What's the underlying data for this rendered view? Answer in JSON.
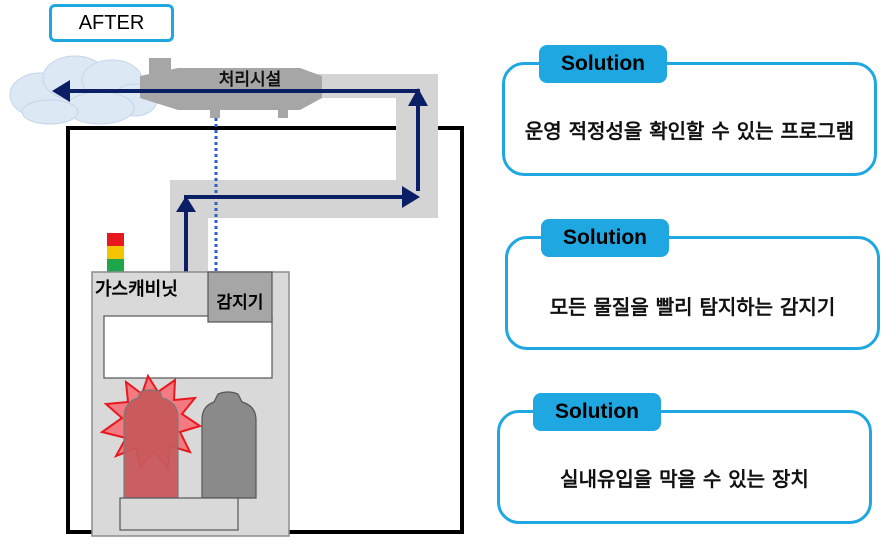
{
  "header": {
    "after_label": "AFTER"
  },
  "diagram": {
    "facility_label": "처리시설",
    "cabinet_label": "가스캐비닛",
    "detector_label": "감지기"
  },
  "solutions": [
    {
      "tab": "Solution",
      "text": "운영 적정성을 확인할 수 있는 프로그램"
    },
    {
      "tab": "Solution",
      "text": "모든 물질을 빨리 탐지하는 감지기"
    },
    {
      "tab": "Solution",
      "text": "실내유입을 막을 수 있는 장치"
    }
  ],
  "colors": {
    "accent": "#1ea7e1",
    "arrow": "#0b1f66",
    "duct": "#d4d4d4",
    "facility": "#a6a6a6",
    "cabinet": "#d9d9d9",
    "alarm_red": "#e8191e",
    "alarm_yellow": "#f5c400",
    "alarm_green": "#1fa64a"
  }
}
